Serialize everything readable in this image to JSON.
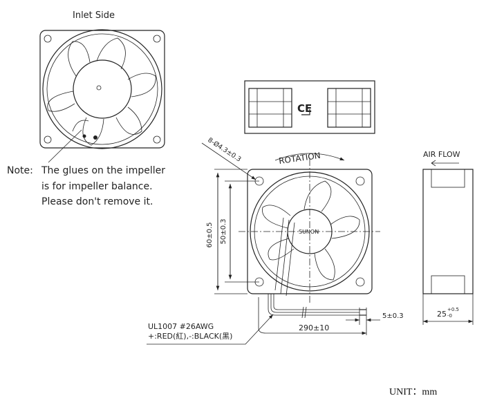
{
  "inlet_view": {
    "title": "Inlet Side"
  },
  "note": {
    "label": "Note:",
    "lines": [
      "The glues on the impeller",
      "is for impeller balance.",
      "Please don't remove it."
    ]
  },
  "front_view": {
    "cert_mark": "CE"
  },
  "main_view": {
    "hole_spec": "8-Ø4.3±0.3",
    "rotation_label": "ROTATION",
    "hub_brand": "SUNON",
    "height_outer": "60±0.5",
    "height_holes": "50±0.3",
    "wire_spec": "UL1007  #26AWG",
    "wire_colors": "+:RED(紅),-:BLACK(黑)",
    "lead_length": "290±10",
    "strip_length": "5±0.3"
  },
  "side_view": {
    "airflow_label": "AIR FLOW",
    "depth": "25",
    "depth_tol_upper": "+0.5",
    "depth_tol_lower": "-0"
  },
  "unit_label": "UNIT：mm"
}
